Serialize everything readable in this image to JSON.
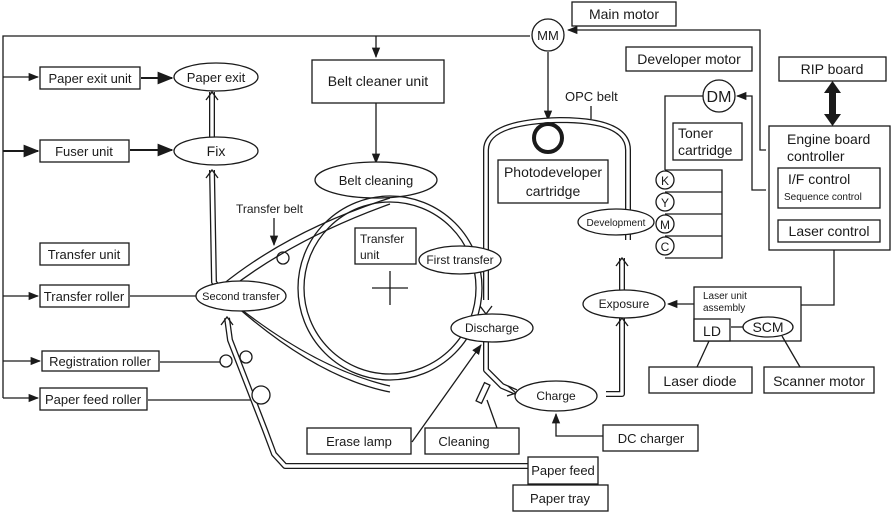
{
  "diagram": {
    "motors": {
      "main_motor": "Main motor",
      "mm": "MM",
      "developer_motor": "Developer motor",
      "dm": "DM"
    },
    "left_units": {
      "paper_exit_unit": "Paper exit unit",
      "fuser_unit": "Fuser unit",
      "transfer_unit": "Transfer unit",
      "transfer_roller": "Transfer roller",
      "registration_roller": "Registration roller",
      "paper_feed_roller": "Paper feed roller"
    },
    "processes": {
      "paper_exit": "Paper exit",
      "fix": "Fix",
      "belt_cleaning": "Belt cleaning",
      "second_transfer": "Second transfer",
      "first_transfer": "First transfer",
      "discharge": "Discharge",
      "charge": "Charge",
      "exposure": "Exposure",
      "development": "Development"
    },
    "components": {
      "belt_cleaner_unit": "Belt cleaner unit",
      "transfer_belt": "Transfer belt",
      "transfer_unit_inner_line1": "Transfer",
      "transfer_unit_inner_line2": "unit",
      "opc_belt": "OPC belt",
      "photodeveloper_line1": "Photodeveloper",
      "photodeveloper_line2": "cartridge",
      "toner_line1": "Toner",
      "toner_line2": "cartridge",
      "toner_colors": [
        "K",
        "Y",
        "M",
        "C"
      ],
      "erase_lamp": "Erase lamp",
      "cleaning": "Cleaning",
      "dc_charger": "DC charger",
      "paper_feed": "Paper feed",
      "paper_tray": "Paper tray"
    },
    "control": {
      "rip_board": "RIP board",
      "engine_line1": "Engine board",
      "engine_line2": "controller",
      "if_control": "I/F control",
      "sequence_control": "Sequence control",
      "laser_control": "Laser control",
      "laser_unit_line1": "Laser unit",
      "laser_unit_line2": "assembly",
      "ld": "LD",
      "scm": "SCM",
      "laser_diode": "Laser diode",
      "scanner_motor": "Scanner motor"
    }
  }
}
